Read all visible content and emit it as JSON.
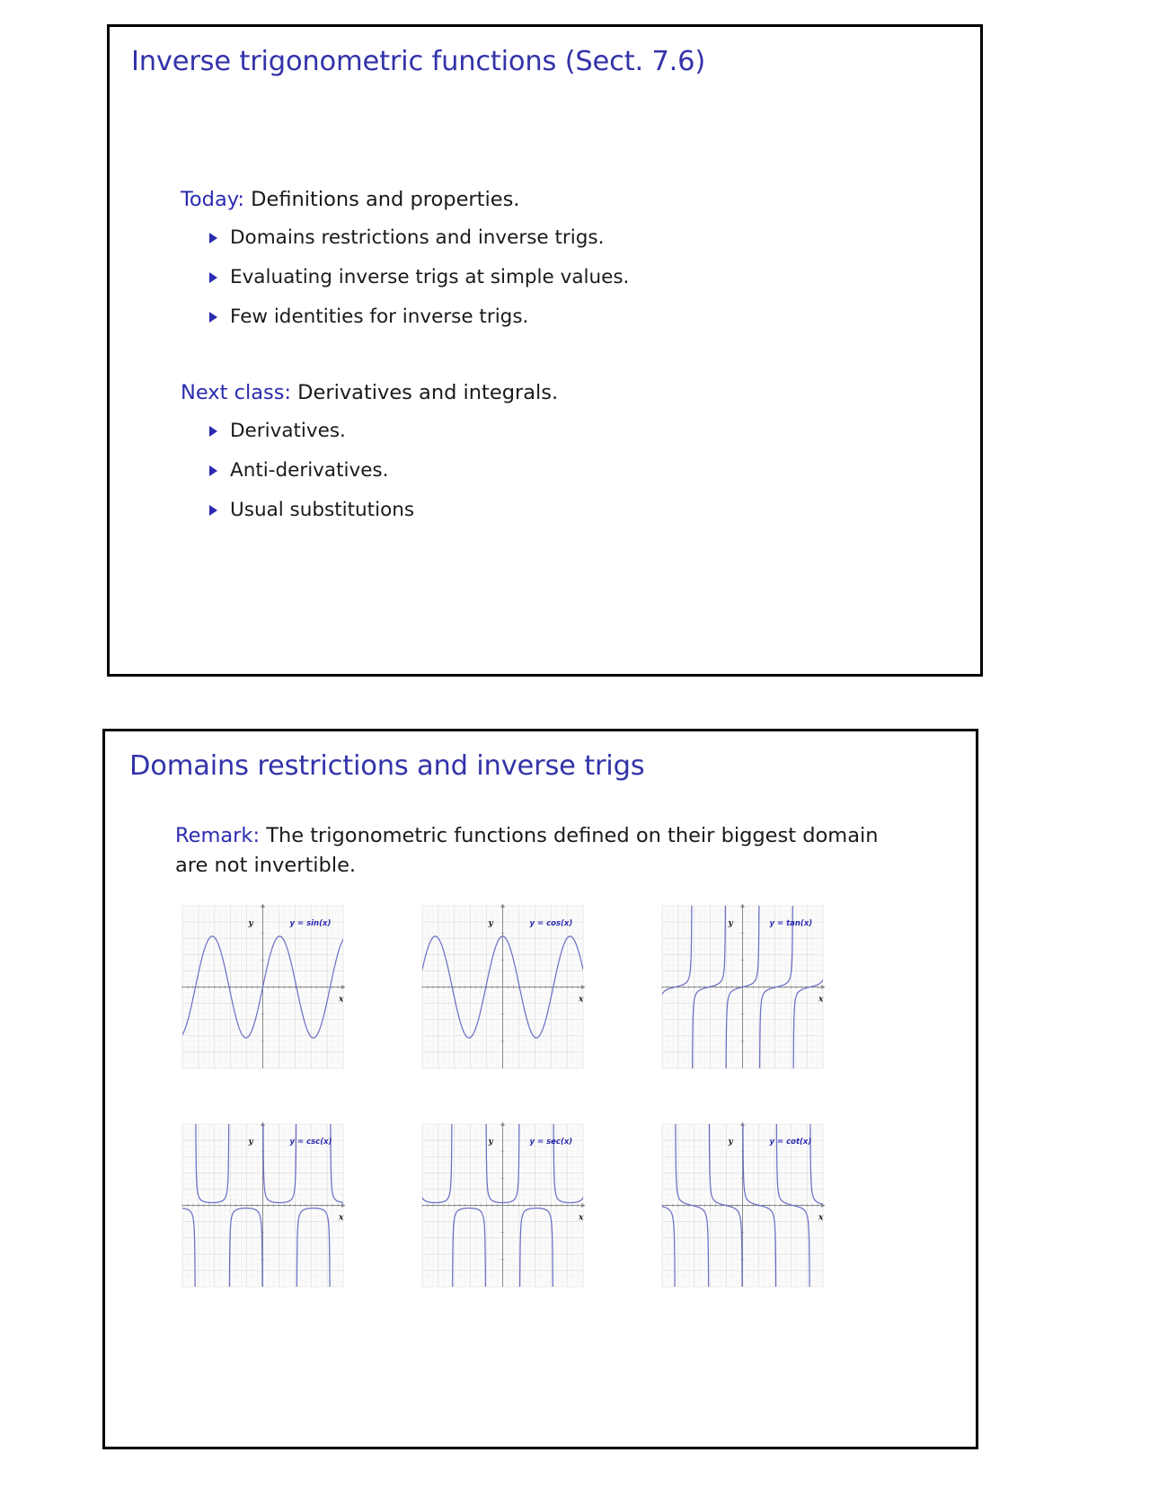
{
  "document": {
    "type": "lecture-slides-handout",
    "slide_count": 2
  },
  "colors": {
    "title_blue": "#3333aa",
    "keyword_blue": "#2b2bb0",
    "body_text": "#1a1a1a",
    "curve_blue": "#6b6fc4",
    "frame_black": "#000000",
    "grid_gray": "#d9d9d9",
    "axis_gray": "#8a8a8a",
    "plot_bg": "#fbfbfb"
  },
  "slide1": {
    "title": "Inverse trigonometric functions (Sect. 7.6)",
    "blocks": [
      {
        "keyword": "Today:",
        "lead": "Definitions and properties.",
        "bullets": [
          "Domains restrictions and inverse trigs.",
          "Evaluating inverse trigs at simple values.",
          "Few identities for inverse trigs."
        ]
      },
      {
        "keyword": "Next class:",
        "lead": "Derivatives and integrals.",
        "bullets": [
          "Derivatives.",
          "Anti-derivatives.",
          "Usual substitutions"
        ]
      }
    ]
  },
  "slide2": {
    "title": "Domains restrictions and inverse trigs",
    "remark": {
      "keyword": "Remark:",
      "text": "The trigonometric functions defined on their biggest domain are not invertible."
    },
    "graphs": [
      {
        "id": "sin",
        "label": "y = sin(x)",
        "axis_x": "x",
        "axis_y": "y",
        "row": 1,
        "col": 1
      },
      {
        "id": "cos",
        "label": "y = cos(x)",
        "axis_x": "x",
        "axis_y": "y",
        "row": 1,
        "col": 2
      },
      {
        "id": "tan",
        "label": "y = tan(x)",
        "axis_x": "x",
        "axis_y": "y",
        "row": 1,
        "col": 3
      },
      {
        "id": "csc",
        "label": "y = csc(x)",
        "axis_x": "x",
        "axis_y": "y",
        "row": 2,
        "col": 1
      },
      {
        "id": "sec",
        "label": "y = sec(x)",
        "axis_x": "x",
        "axis_y": "y",
        "row": 2,
        "col": 2
      },
      {
        "id": "cot",
        "label": "y = cot(x)",
        "axis_x": "x",
        "axis_y": "y",
        "row": 2,
        "col": 3
      }
    ]
  },
  "chart_data": [
    {
      "type": "line",
      "title": "y = sin(x)",
      "xlabel": "x",
      "ylabel": "y",
      "fn": "sin",
      "xlim": [
        -7.5,
        7.5
      ],
      "ylim": [
        -1.6,
        1.6
      ],
      "grid": true,
      "x": [
        -7.5,
        -6.5,
        -5.5,
        -4.71,
        -4.0,
        -3.14,
        -2.5,
        -1.57,
        -0.5,
        0,
        0.5,
        1.57,
        2.5,
        3.14,
        4.0,
        4.71,
        5.5,
        6.5,
        7.5
      ],
      "y": [
        -0.938,
        -0.215,
        0.706,
        1.0,
        0.757,
        0.0,
        -0.599,
        -1.0,
        -0.479,
        0.0,
        0.479,
        1.0,
        0.599,
        0.0,
        -0.757,
        -1.0,
        -0.706,
        0.215,
        0.938
      ]
    },
    {
      "type": "line",
      "title": "y = cos(x)",
      "xlabel": "x",
      "ylabel": "y",
      "fn": "cos",
      "xlim": [
        -7.5,
        7.5
      ],
      "ylim": [
        -1.6,
        1.6
      ],
      "grid": true,
      "x": [
        -7.5,
        -6.28,
        -5.0,
        -3.14,
        -1.57,
        0,
        1.57,
        3.14,
        5.0,
        6.28,
        7.5
      ],
      "y": [
        0.346,
        1.0,
        0.284,
        -1.0,
        0.0,
        1.0,
        0.0,
        -1.0,
        0.284,
        1.0,
        0.346
      ]
    },
    {
      "type": "line",
      "title": "y = tan(x)",
      "xlabel": "x",
      "ylabel": "y",
      "fn": "tan",
      "xlim": [
        -7.5,
        7.5
      ],
      "ylim": [
        -30,
        30
      ],
      "grid": true,
      "asymptotes": [
        -4.712,
        -1.571,
        1.571,
        4.712
      ]
    },
    {
      "type": "line",
      "title": "y = csc(x)",
      "xlabel": "x",
      "ylabel": "y",
      "fn": "csc",
      "xlim": [
        -7.5,
        7.5
      ],
      "ylim": [
        -30,
        30
      ],
      "grid": true,
      "asymptotes": [
        -6.283,
        -3.142,
        0,
        3.142,
        6.283
      ]
    },
    {
      "type": "line",
      "title": "y = sec(x)",
      "xlabel": "x",
      "ylabel": "y",
      "fn": "sec",
      "xlim": [
        -7.5,
        7.5
      ],
      "ylim": [
        -30,
        30
      ],
      "grid": true,
      "asymptotes": [
        -4.712,
        -1.571,
        1.571,
        4.712
      ]
    },
    {
      "type": "line",
      "title": "y = cot(x)",
      "xlabel": "x",
      "ylabel": "y",
      "fn": "cot",
      "xlim": [
        -7.5,
        7.5
      ],
      "ylim": [
        -30,
        30
      ],
      "grid": true,
      "asymptotes": [
        -6.283,
        -3.142,
        0,
        3.142,
        6.283
      ]
    }
  ]
}
